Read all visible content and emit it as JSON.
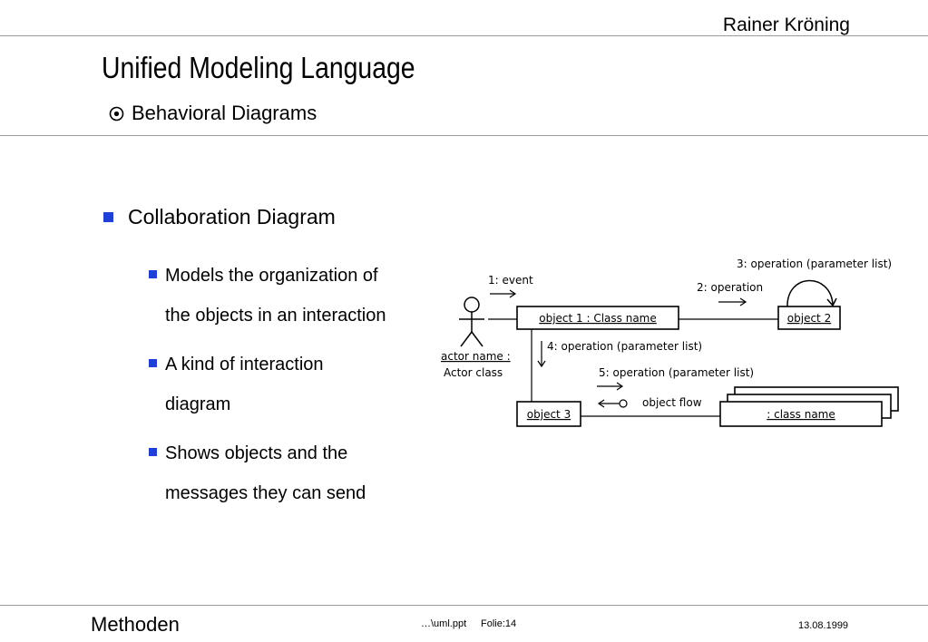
{
  "header": {
    "author": "Rainer Kröning",
    "title": "Unified Modeling Language",
    "subtitle": "Behavioral Diagrams"
  },
  "main": {
    "heading": "Collaboration Diagram",
    "points": [
      {
        "line1": "Models the organization of",
        "line2": "the objects in an interaction"
      },
      {
        "line1": "A kind of interaction",
        "line2": "diagram"
      },
      {
        "line1": "Shows objects and the",
        "line2": "messages they can send"
      }
    ]
  },
  "diagram": {
    "actor_line1": "actor name :",
    "actor_line2": "Actor class",
    "msg1": "1: event",
    "msg2": "2: operation",
    "msg3": "3: operation (parameter list)",
    "msg4": "4: operation (parameter list)",
    "msg5": "5: operation (parameter list)",
    "object_flow": "object flow",
    "object1": "object 1 : Class name",
    "object2": "object 2",
    "object3": "object 3",
    "multi": ": class name"
  },
  "footer": {
    "left": "Methoden",
    "file": "…\\uml.ppt",
    "slide": "Folie:14",
    "date": "13.08.1999"
  }
}
